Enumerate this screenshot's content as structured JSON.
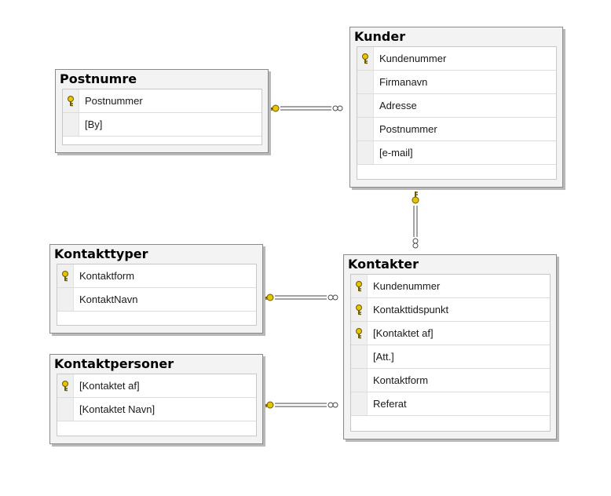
{
  "tables": {
    "kunder": {
      "title": "Kunder",
      "columns": [
        {
          "name": "Kundenummer",
          "pk": true
        },
        {
          "name": "Firmanavn",
          "pk": false
        },
        {
          "name": "Adresse",
          "pk": false
        },
        {
          "name": "Postnummer",
          "pk": false
        },
        {
          "name": "[e-mail]",
          "pk": false
        }
      ]
    },
    "postnumre": {
      "title": "Postnumre",
      "columns": [
        {
          "name": "Postnummer",
          "pk": true
        },
        {
          "name": "[By]",
          "pk": false
        }
      ]
    },
    "kontakttyper": {
      "title": "Kontakttyper",
      "columns": [
        {
          "name": "Kontaktform",
          "pk": true
        },
        {
          "name": "KontaktNavn",
          "pk": false
        }
      ]
    },
    "kontaktpersoner": {
      "title": "Kontaktpersoner",
      "columns": [
        {
          "name": "[Kontaktet af]",
          "pk": true
        },
        {
          "name": "[Kontaktet Navn]",
          "pk": false
        }
      ]
    },
    "kontakter": {
      "title": "Kontakter",
      "columns": [
        {
          "name": "Kundenummer",
          "pk": true
        },
        {
          "name": "Kontakttidspunkt",
          "pk": true
        },
        {
          "name": "[Kontaktet af]",
          "pk": true
        },
        {
          "name": "[Att.]",
          "pk": false
        },
        {
          "name": "Kontaktform",
          "pk": false
        },
        {
          "name": "Referat",
          "pk": false
        }
      ]
    }
  },
  "relationships": [
    {
      "name": "postnumre-kunder",
      "one": "Postnumre",
      "many": "Kunder"
    },
    {
      "name": "kunder-kontakter",
      "one": "Kunder",
      "many": "Kontakter"
    },
    {
      "name": "kontakttyper-kontakter",
      "one": "Kontakttyper",
      "many": "Kontakter"
    },
    {
      "name": "kontaktpersoner-kontakter",
      "one": "Kontaktpersoner",
      "many": "Kontakter"
    }
  ],
  "colors": {
    "key_gold": "#e8c400",
    "key_outline": "#6b5a00",
    "line": "#4a4a4a",
    "header_bg": "#f3f3f3"
  },
  "icons": {
    "primary_key": "key-icon",
    "one_end": "key-icon",
    "many_end": "infinity-icon"
  }
}
